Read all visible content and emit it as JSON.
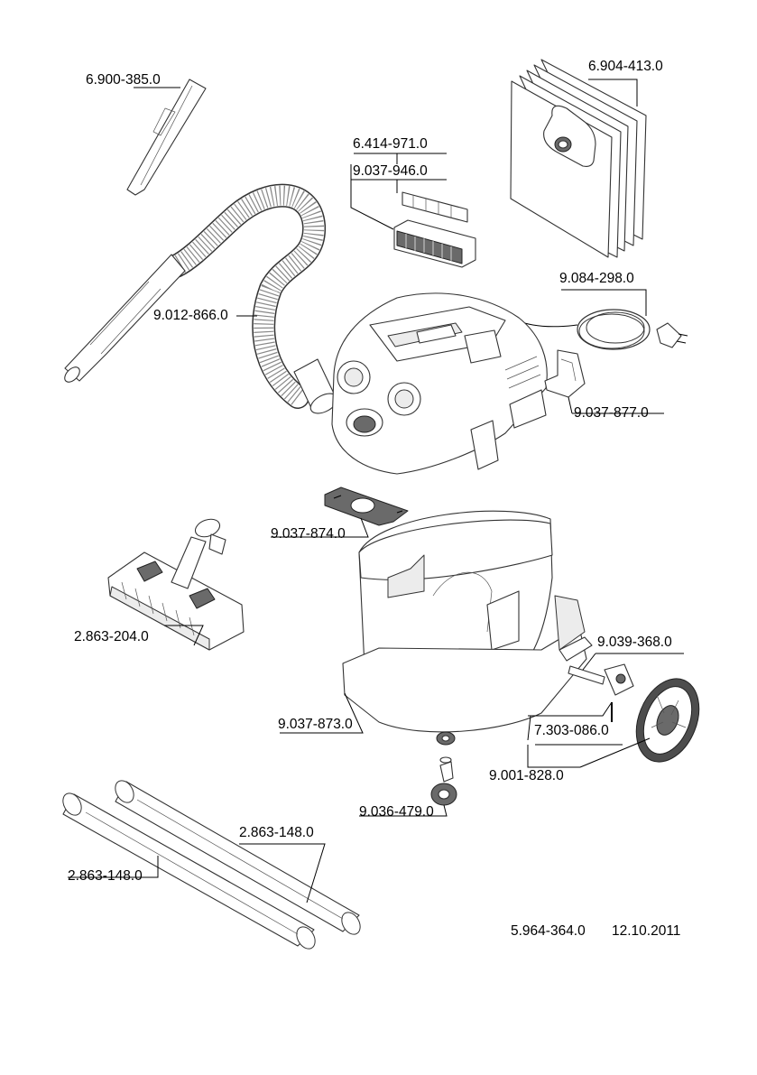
{
  "parts": [
    {
      "key": "crevice_nozzle",
      "number": "6.900-385.0"
    },
    {
      "key": "filter_bags",
      "number": "6.904-413.0"
    },
    {
      "key": "filter_set",
      "number": "6.414-971.0"
    },
    {
      "key": "flat_filter",
      "number": "9.037-946.0"
    },
    {
      "key": "power_cord",
      "number": "9.084-298.0"
    },
    {
      "key": "suction_hose",
      "number": "9.012-866.0"
    },
    {
      "key": "hose_holder",
      "number": "9.037-877.0"
    },
    {
      "key": "seal_plate",
      "number": "9.037-874.0"
    },
    {
      "key": "floor_nozzle",
      "number": "2.863-204.0"
    },
    {
      "key": "axle",
      "number": "9.039-368.0"
    },
    {
      "key": "container",
      "number": "9.037-873.0"
    },
    {
      "key": "clip",
      "number": "7.303-086.0"
    },
    {
      "key": "wheel",
      "number": "9.001-828.0"
    },
    {
      "key": "castor",
      "number": "9.036-479.0"
    },
    {
      "key": "suction_tube_a",
      "number": "2.863-148.0"
    },
    {
      "key": "suction_tube_b",
      "number": "2.863-148.0"
    }
  ],
  "footer": {
    "document_number": "5.964-364.0",
    "date": "12.10.2011"
  },
  "icons": [
    "crevice-nozzle-icon",
    "filter-bag-icon",
    "flat-filter-icon",
    "power-plug-icon",
    "suction-hose-icon",
    "vacuum-head-icon",
    "container-icon",
    "floor-nozzle-icon",
    "wheel-icon",
    "castor-icon",
    "tube-icon"
  ]
}
